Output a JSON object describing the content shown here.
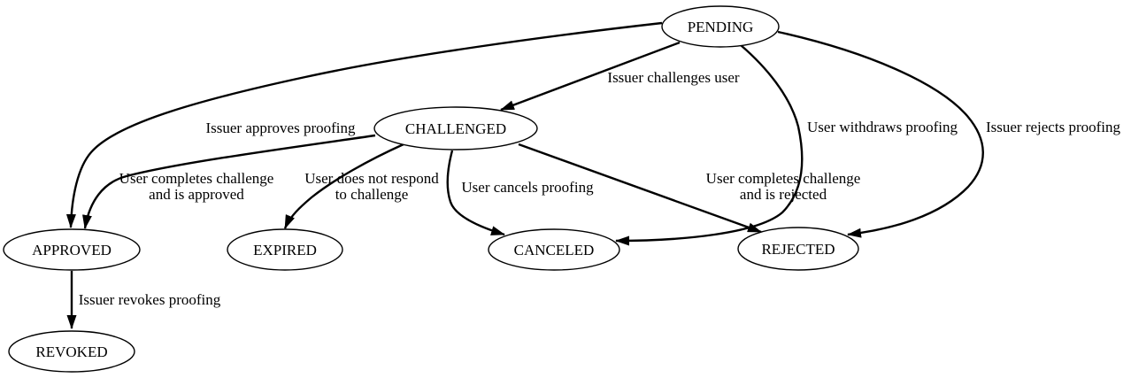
{
  "colors": {
    "background": "#ffffff",
    "line": "#000000",
    "text": "#000000"
  },
  "nodes": {
    "pending": {
      "label": "PENDING"
    },
    "challenged": {
      "label": "CHALLENGED"
    },
    "approved": {
      "label": "APPROVED"
    },
    "expired": {
      "label": "EXPIRED"
    },
    "canceled": {
      "label": "CANCELED"
    },
    "rejected": {
      "label": "REJECTED"
    },
    "revoked": {
      "label": "REVOKED"
    }
  },
  "edges": {
    "pending_to_challenged": {
      "from": "PENDING",
      "to": "CHALLENGED",
      "label": "Issuer challenges user"
    },
    "pending_to_approved": {
      "from": "PENDING",
      "to": "APPROVED",
      "label": "Issuer approves proofing"
    },
    "pending_to_canceled": {
      "from": "PENDING",
      "to": "CANCELED",
      "label": "User withdraws proofing"
    },
    "pending_to_rejected": {
      "from": "PENDING",
      "to": "REJECTED",
      "label": "Issuer rejects proofing"
    },
    "challenged_to_approved": {
      "from": "CHALLENGED",
      "to": "APPROVED",
      "label": "User completes challenge and is approved",
      "lines": [
        "User completes challenge",
        "and is approved"
      ]
    },
    "challenged_to_expired": {
      "from": "CHALLENGED",
      "to": "EXPIRED",
      "label": "User does not respond to challenge",
      "lines": [
        "User does not respond",
        "to challenge"
      ]
    },
    "challenged_to_canceled": {
      "from": "CHALLENGED",
      "to": "CANCELED",
      "label": "User cancels proofing"
    },
    "challenged_to_rejected": {
      "from": "CHALLENGED",
      "to": "REJECTED",
      "label": "User completes challenge and is rejected",
      "lines": [
        "User completes challenge",
        "and is rejected"
      ]
    },
    "approved_to_revoked": {
      "from": "APPROVED",
      "to": "REVOKED",
      "label": "Issuer revokes proofing"
    }
  }
}
